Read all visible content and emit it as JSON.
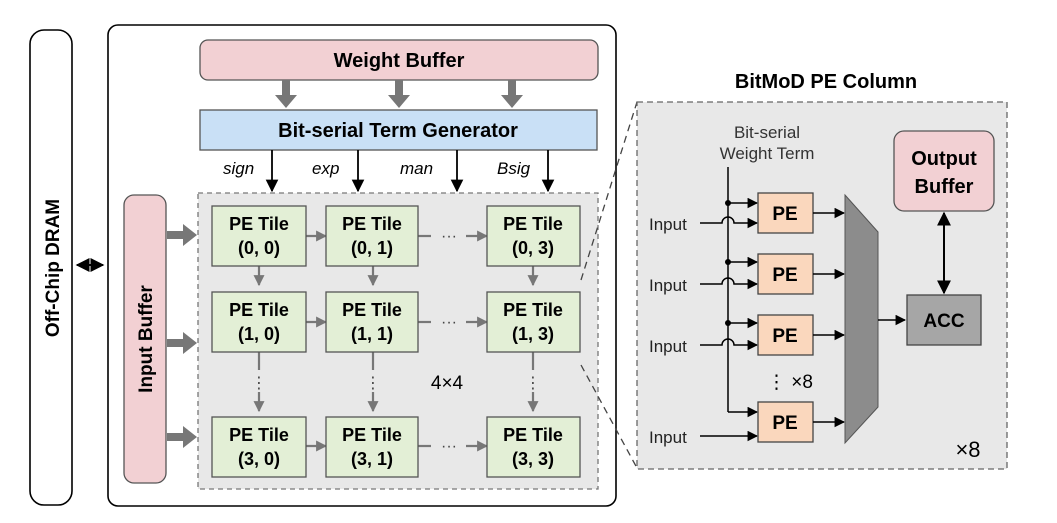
{
  "dram": {
    "label": "Off-Chip DRAM"
  },
  "weight_buffer": {
    "label": "Weight Buffer"
  },
  "term_generator": {
    "label": "Bit-serial Term Generator"
  },
  "signals": {
    "sign": "sign",
    "exp": "exp",
    "man": "man",
    "bsig": "Bsig"
  },
  "input_buffer": {
    "label": "Input Buffer"
  },
  "tiles": {
    "name": "PE Tile",
    "coords": {
      "t00": "(0, 0)",
      "t01": "(0, 1)",
      "t03": "(0, 3)",
      "t10": "(1, 0)",
      "t11": "(1, 1)",
      "t13": "(1, 3)",
      "t30": "(3, 0)",
      "t31": "(3, 1)",
      "t33": "(3, 3)"
    }
  },
  "ellipsis_h": "···",
  "ellipsis_v": "⋮",
  "array_size": "4×4",
  "pe_column": {
    "title": "BitMoD PE Column",
    "weight_term_line1": "Bit-serial",
    "weight_term_line2": "Weight Term",
    "input_label": "Input",
    "pe_label": "PE",
    "pe_count": "⋮ ×8",
    "output_buffer_line1": "Output",
    "output_buffer_line2": "Buffer",
    "acc_label": "ACC",
    "column_count": "×8"
  }
}
